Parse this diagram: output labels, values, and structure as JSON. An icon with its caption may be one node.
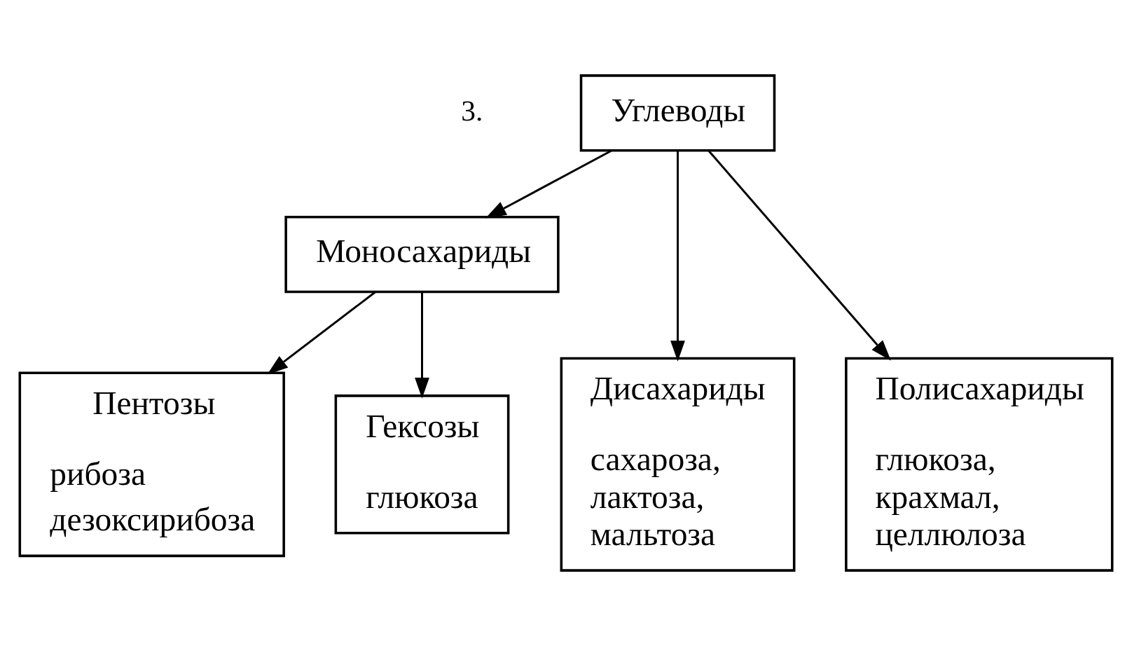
{
  "diagram": {
    "nodes": [
      {
        "text": [
          "Углеводы"
        ]
      },
      {
        "text": [
          "Моносахариды"
        ]
      },
      {
        "text": [
          "Пентозы",
          "рибоза",
          "дезоксирибоза"
        ]
      },
      {
        "text": [
          "Гексозы",
          "глюкоза"
        ]
      },
      {
        "text": [
          "Дисахариды",
          "сахароза, лактоза, мальтоза"
        ]
      },
      {
        "text": [
          "Полисахариды",
          "глюкоза, крахмал, целлюлоза"
        ]
      }
    ],
    "edges": [
      {
        "from": 0,
        "to": 1,
        "arrow": "to"
      },
      {
        "from": 0,
        "to": 4,
        "arrow": "to"
      },
      {
        "from": 0,
        "to": 5,
        "arrow": "to"
      },
      {
        "from": 1,
        "to": 2,
        "arrow": "to"
      },
      {
        "from": 1,
        "to": 3,
        "arrow": "to"
      }
    ],
    "labels": [
      "3."
    ]
  }
}
